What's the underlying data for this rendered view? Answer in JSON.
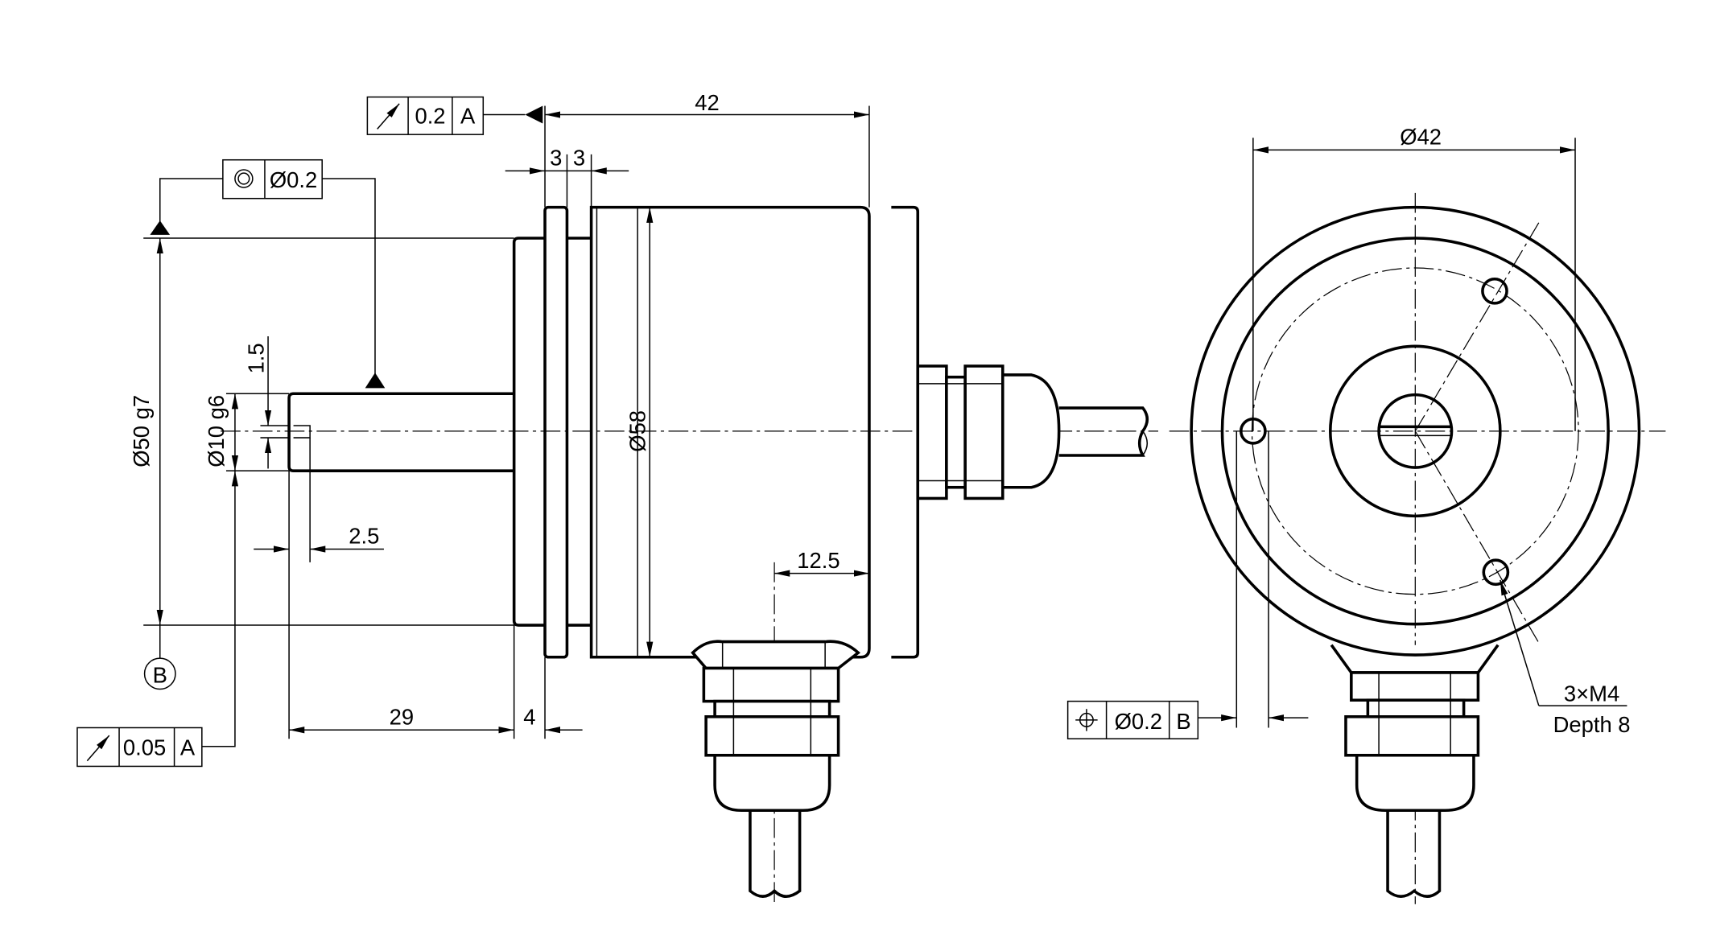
{
  "dimensions": {
    "length_total": "42",
    "flange_1": "3",
    "flange_2": "3",
    "spigot_dia": "Ø50 g7",
    "shaft_dia": "Ø10 g6",
    "key_depth": "1.5",
    "key_len": "2.5",
    "shaft_len": "29",
    "spigot_len": "4",
    "body_dia": "Ø58",
    "connector_offset": "12.5",
    "bolt_circle": "Ø42",
    "thread_note": "3×M4",
    "thread_depth": "Depth 8"
  },
  "tolerances": {
    "runout_face": {
      "symbol": "circular-runout",
      "value": "0.2",
      "datum": "A"
    },
    "concentricity": {
      "symbol": "concentricity",
      "value": "Ø0.2"
    },
    "runout_shaft": {
      "symbol": "circular-runout",
      "value": "0.05",
      "datum": "A"
    },
    "position": {
      "symbol": "position",
      "value": "Ø0.2",
      "datum": "B"
    }
  },
  "datum_b": "B"
}
